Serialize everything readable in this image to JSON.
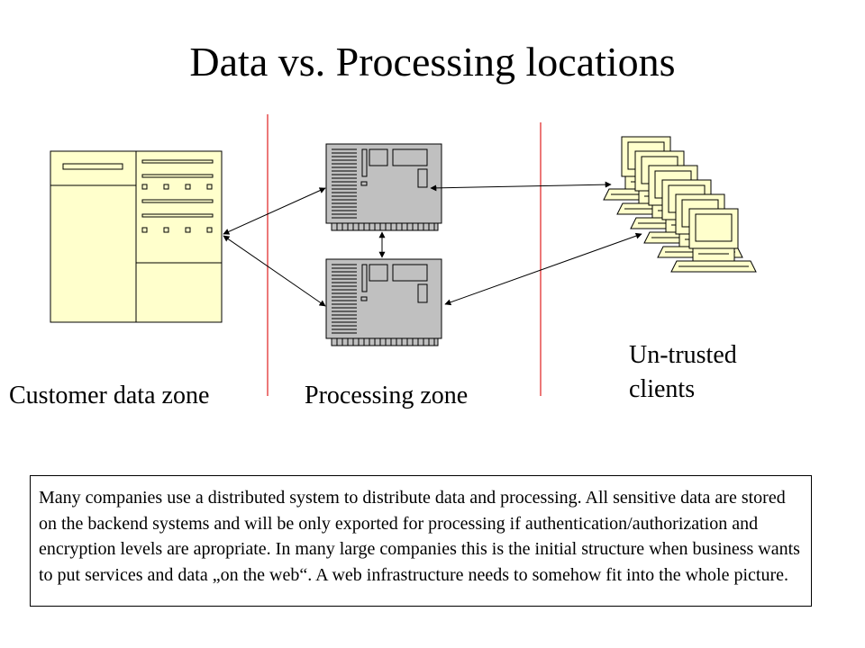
{
  "title": "Data vs. Processing locations",
  "zones": {
    "customer": "Customer data zone",
    "processing": "Processing zone",
    "clients_line1": "Un-trusted",
    "clients_line2": "clients"
  },
  "caption": "Many companies use a distributed system to distribute data and processing. All sensitive data are stored on the backend systems and will be only exported for processing if authentication/authorization and encryption levels are apropriate. In many large companies this is the initial structure when business wants to put services and data „on the web“. A web infrastructure needs to somehow fit into the whole picture.",
  "colors": {
    "divider": "#e02020",
    "data_store_fill": "#ffffcc",
    "server_fill": "#c0c0c0",
    "client_fill": "#ffffcc"
  },
  "icons": [
    "database-server-icon",
    "processing-server-icon",
    "client-computer-icon"
  ]
}
